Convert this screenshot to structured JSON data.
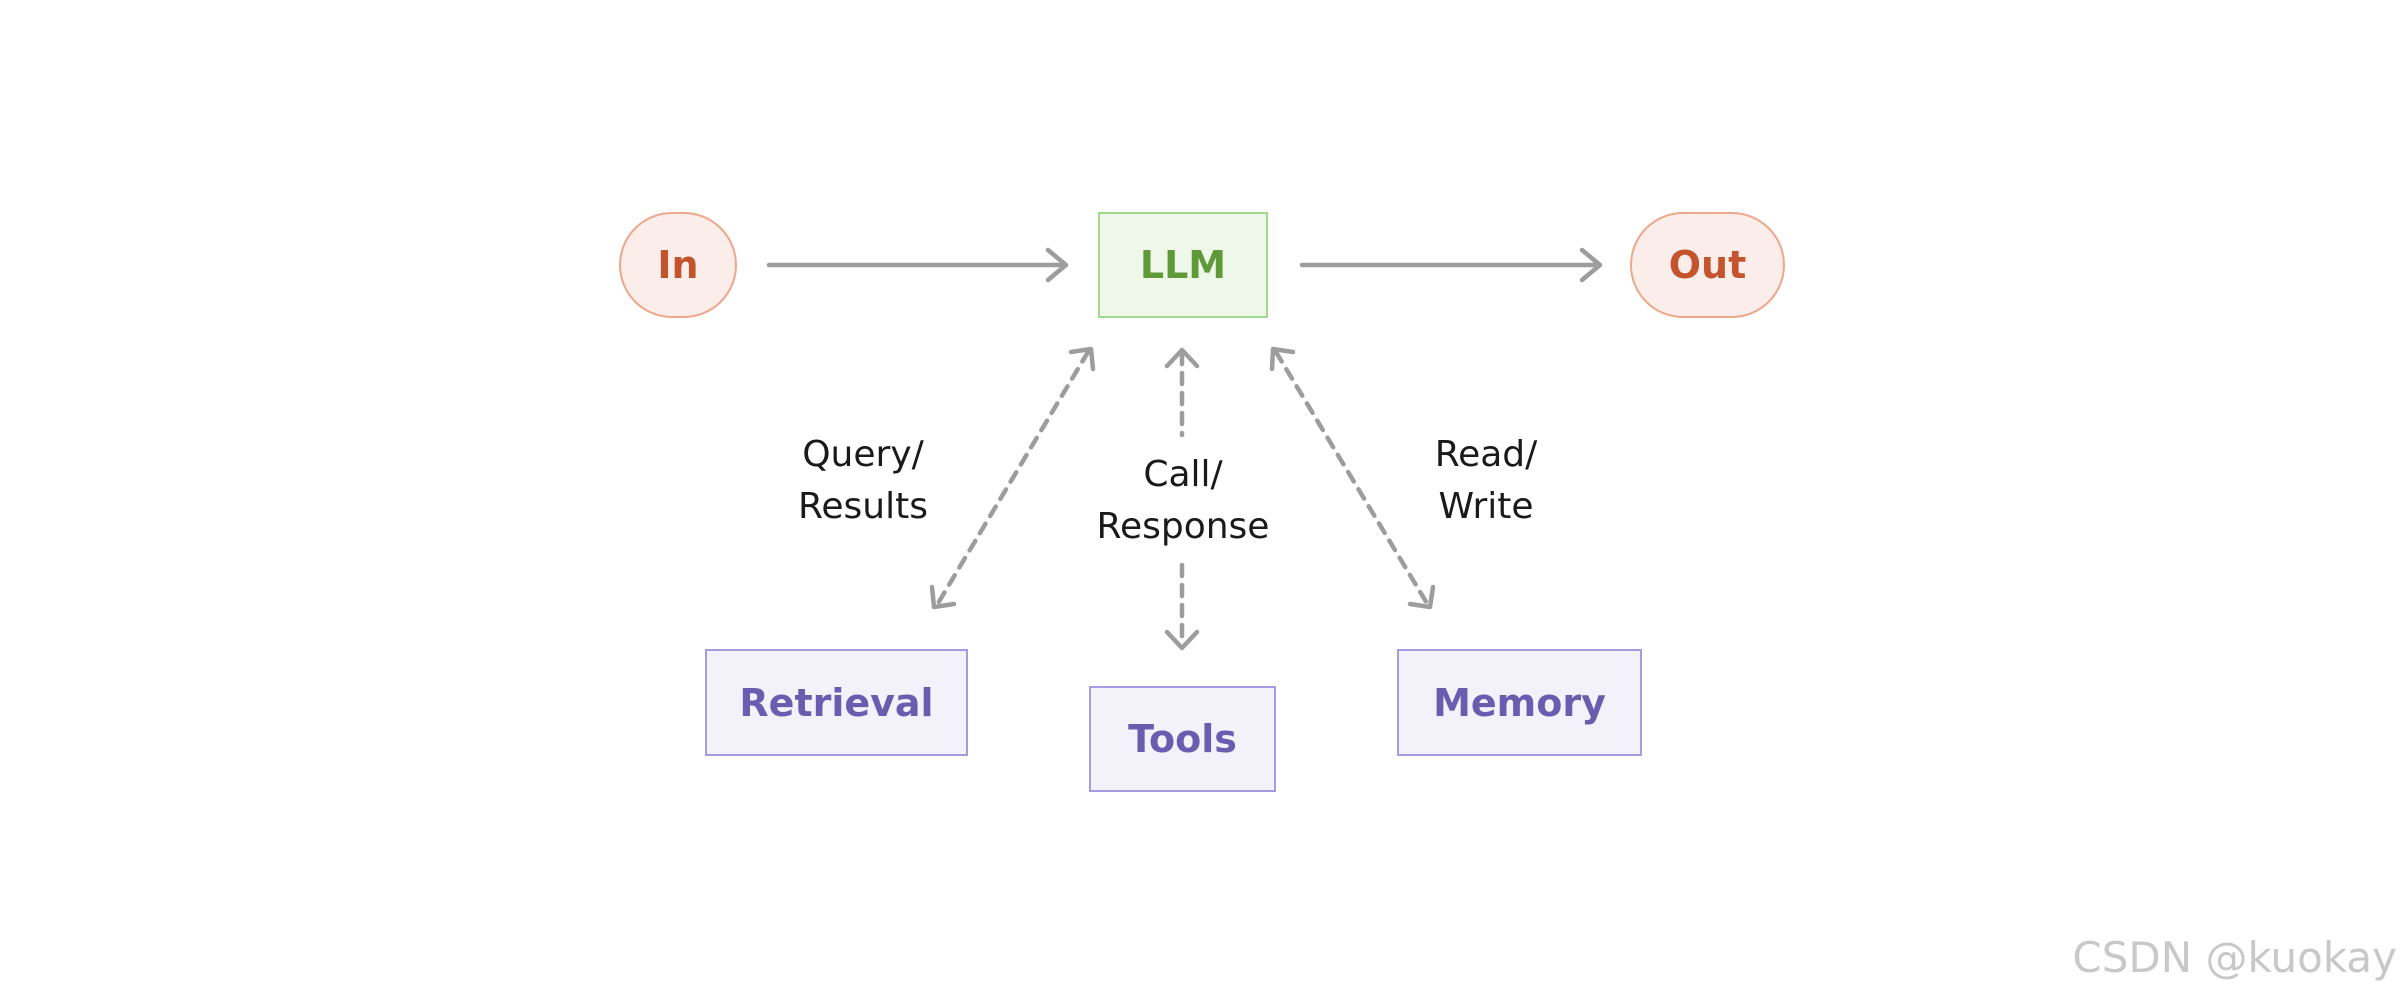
{
  "nodes": {
    "input": {
      "label": "In"
    },
    "llm": {
      "label": "LLM"
    },
    "output": {
      "label": "Out"
    },
    "retrieval": {
      "label": "Retrieval"
    },
    "tools": {
      "label": "Tools"
    },
    "memory": {
      "label": "Memory"
    }
  },
  "edges": {
    "retrieval": {
      "line1": "Query/",
      "line2": "Results"
    },
    "tools": {
      "line1": "Call/",
      "line2": "Response"
    },
    "memory": {
      "line1": "Read/",
      "line2": "Write"
    }
  },
  "watermark": "CSDN @kuokay",
  "colors": {
    "io_text": "#c4542e",
    "io_fill": "#fbeeea",
    "io_border": "#eda88c",
    "llm_text": "#5f9a38",
    "llm_fill": "#eef7e9",
    "llm_border": "#a3d98e",
    "tool_text": "#6a5db0",
    "tool_fill": "#f3f1f9",
    "tool_border": "#a89ae0",
    "arrow": "#9a9a9a"
  }
}
